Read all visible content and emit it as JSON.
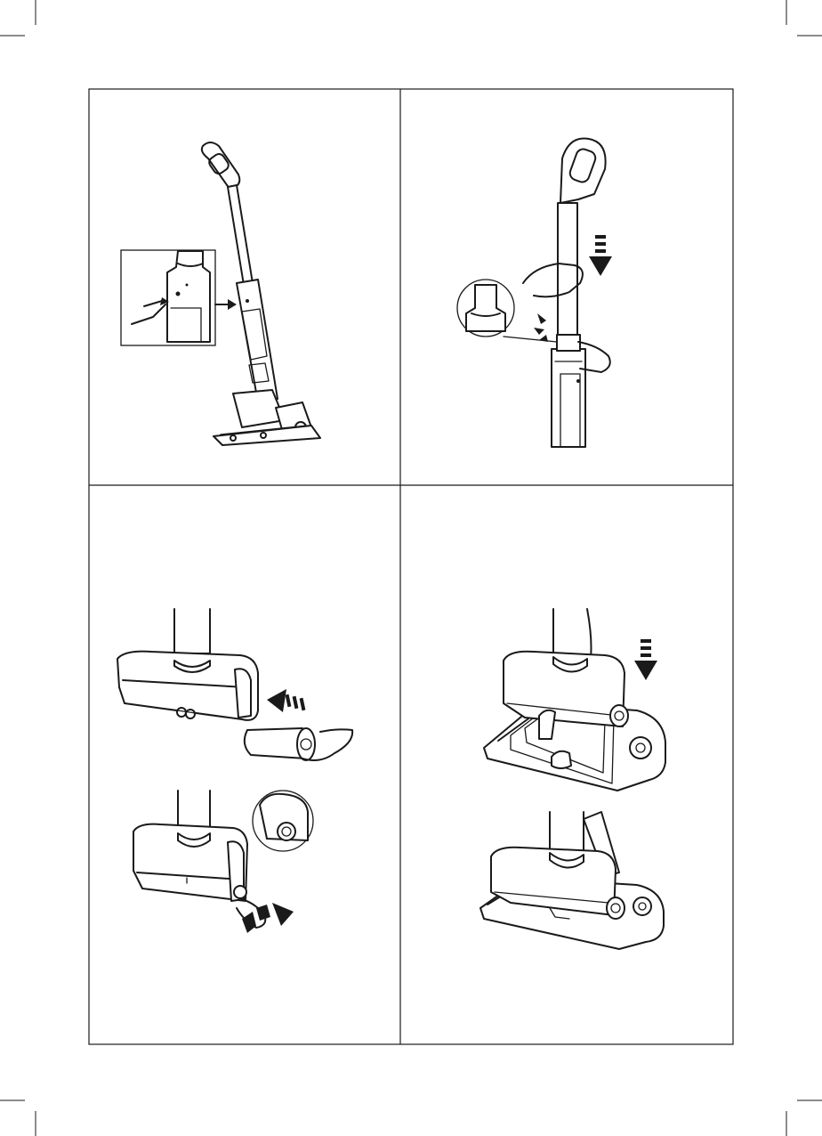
{
  "document": {
    "type": "instruction-manual-page",
    "panels": [
      {
        "position": "top-left",
        "illustration": "detach-handle-button-icon",
        "arrow_count": 1
      },
      {
        "position": "top-right",
        "illustration": "insert-handle-tube-icon",
        "arrow_direction": "down"
      },
      {
        "position": "bottom-left",
        "illustration": "insert-roller-brush-icon",
        "arrow_directions": [
          "left",
          "rotate"
        ]
      },
      {
        "position": "bottom-right",
        "illustration": "place-on-base-station-icon",
        "arrow_direction": "down"
      }
    ],
    "colors": {
      "line": "#1a1a1a",
      "fill": "#ffffff",
      "arrow": "#1a1a1a"
    }
  }
}
